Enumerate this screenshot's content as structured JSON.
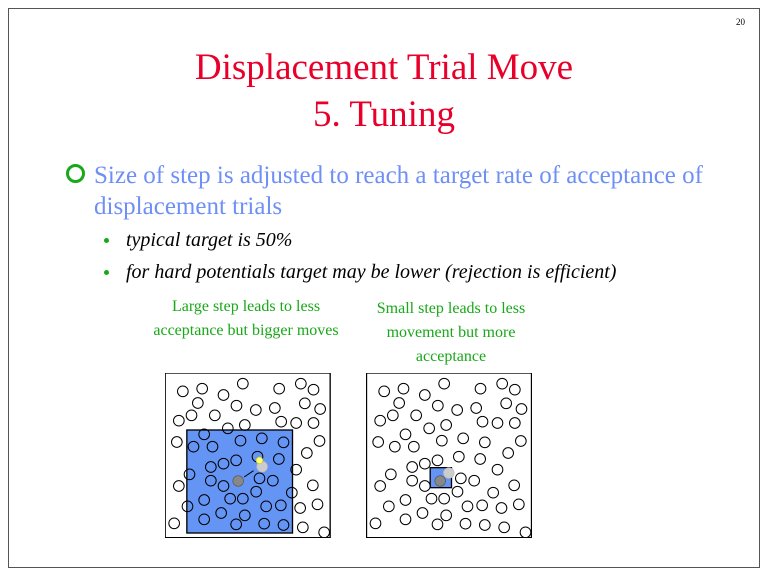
{
  "page_number": "20",
  "title": {
    "line1": "Displacement Trial Move",
    "line2": "5. Tuning"
  },
  "main_bullet": "Size of step is adjusted to reach a target rate of acceptance of displacement trials",
  "sub_bullets": [
    "typical target is 50%",
    "for hard potentials target may be lower (rejection is efficient)"
  ],
  "captions": {
    "large": "Large step leads to less acceptance but bigger moves",
    "small": "Small step leads to less movement but more acceptance"
  },
  "colors": {
    "title": "#e8002a",
    "bullet_text": "#6e8ff5",
    "accent": "#18a818",
    "step_region": "#6495f5"
  }
}
